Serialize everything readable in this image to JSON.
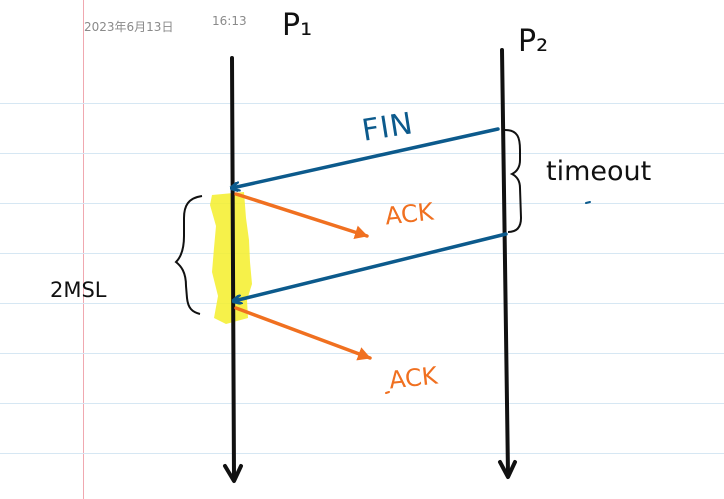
{
  "header": {
    "date": "2023年6月13日",
    "time": "16:13"
  },
  "diagram": {
    "process_left": "P₁",
    "process_right": "P₂",
    "fin_label": "FIN",
    "ack_label_1": "ACK",
    "ack_label_2": "ACK",
    "timeout_label": "timeout",
    "msl_label": "2MSL"
  },
  "colors": {
    "fin_arrow": "#0c5a8c",
    "ack_arrow": "#f07020",
    "highlight": "#f4ef2a",
    "timeline": "#111111",
    "ruled_line": "#d6e7f3",
    "margin_line": "#f0a8b0"
  }
}
